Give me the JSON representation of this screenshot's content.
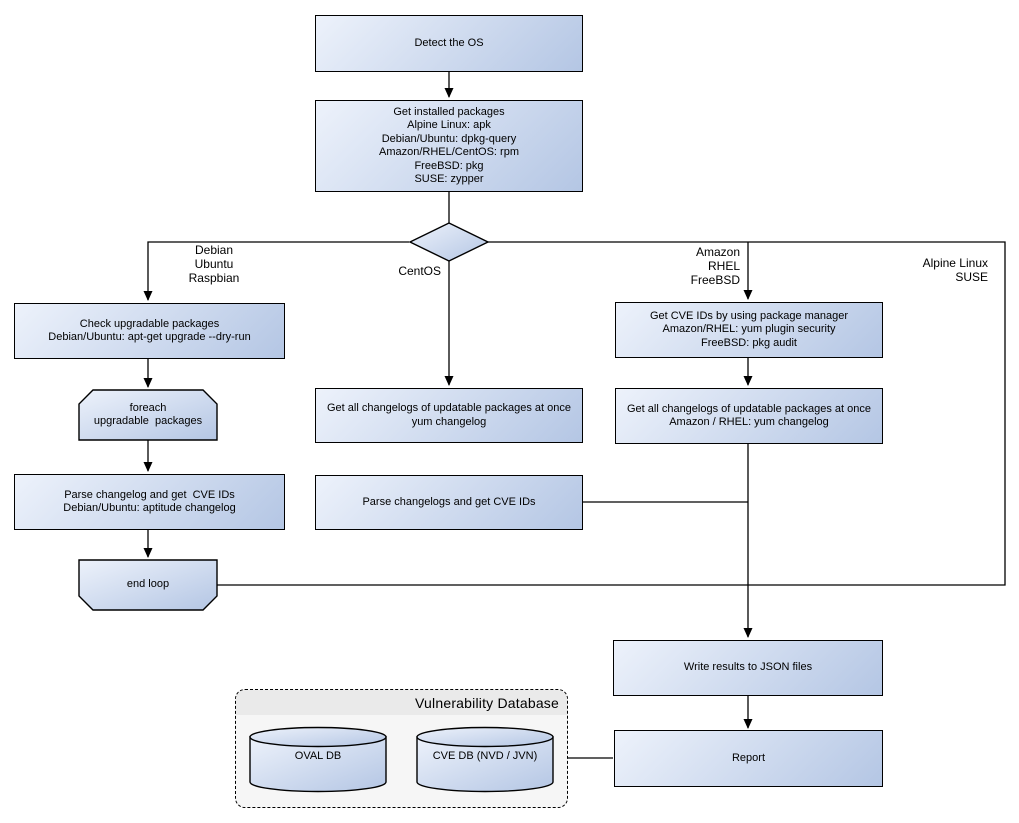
{
  "nodes": {
    "detect_os": {
      "label": "Detect the OS"
    },
    "get_installed": {
      "lines": [
        "Get installed packages",
        "Alpine Linux: apk",
        "Debian/Ubuntu: dpkg-query",
        "Amazon/RHEL/CentOS: rpm",
        "FreeBSD: pkg",
        "SUSE: zypper"
      ]
    },
    "check_upgradable": {
      "lines": [
        "Check upgradable packages",
        "Debian/Ubuntu: apt-get upgrade --dry-run"
      ]
    },
    "foreach_loop": {
      "lines": [
        "foreach",
        "upgradable  packages"
      ]
    },
    "parse_changelog_left": {
      "lines": [
        "Parse changelog and get  CVE IDs",
        "Debian/Ubuntu: aptitude changelog"
      ]
    },
    "end_loop": {
      "label": "end loop"
    },
    "mid_get_changelogs": {
      "lines": [
        "Get all changelogs of updatable packages at once",
        "yum changelog"
      ]
    },
    "mid_parse": {
      "label": "Parse changelogs and get CVE IDs"
    },
    "right_get_cve": {
      "lines": [
        "Get CVE IDs by using package manager",
        "Amazon/RHEL: yum plugin security",
        "FreeBSD: pkg audit"
      ]
    },
    "right_get_changelogs": {
      "lines": [
        "Get all changelogs of updatable packages at once",
        "Amazon / RHEL: yum changelog"
      ]
    },
    "write_results": {
      "label": "Write results to JSON files"
    },
    "report": {
      "label": "Report"
    },
    "oval_db": {
      "label": "OVAL DB"
    },
    "cve_db": {
      "label": "CVE DB (NVD / JVN)"
    }
  },
  "edge_labels": {
    "left": [
      "Debian",
      "Ubuntu",
      "Raspbian"
    ],
    "center": "CentOS",
    "right": [
      "Amazon",
      "RHEL",
      "FreeBSD"
    ],
    "far_right": [
      "Alpine Linux",
      "SUSE"
    ]
  },
  "group": {
    "title": "Vulnerability Database"
  },
  "colors": {
    "node_fill_start": "#edf2fb",
    "node_fill_end": "#b4c6e4",
    "stroke": "#000000",
    "group_body": "#f6f6f6",
    "group_header": "#eaeaea"
  }
}
